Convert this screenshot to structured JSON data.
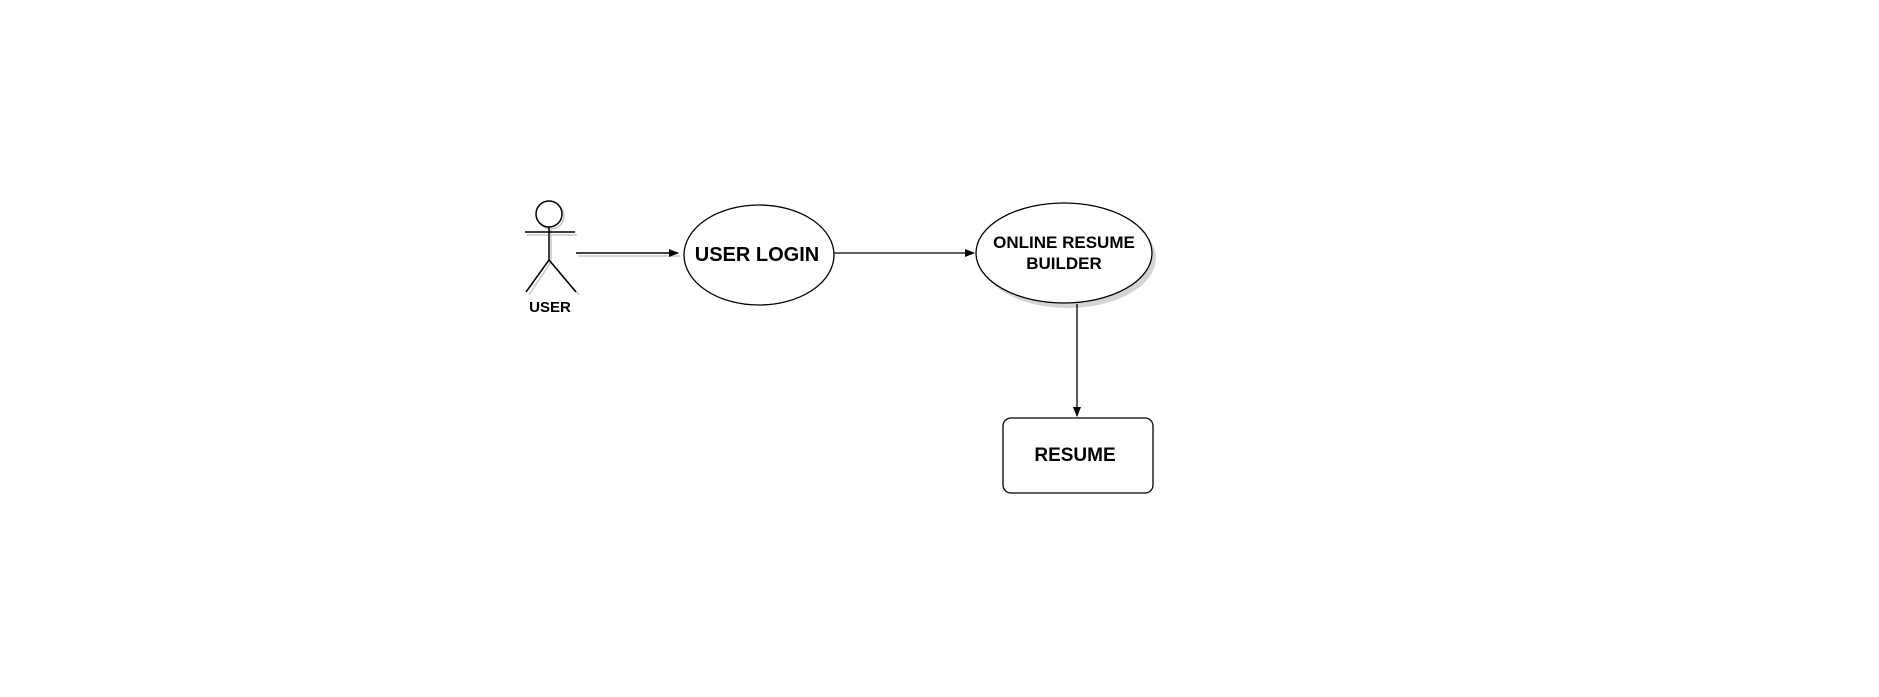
{
  "diagram": {
    "actor": {
      "label": "USER"
    },
    "use_case_login": {
      "label": "USER LOGIN"
    },
    "use_case_builder": {
      "label_line1": "ONLINE RESUME",
      "label_line2": "BUILDER"
    },
    "output_box": {
      "label": "RESUME"
    }
  },
  "colors": {
    "stroke": "#000000",
    "fill": "#ffffff",
    "shadow": "#c8c8c8",
    "background": "#ffffff"
  }
}
